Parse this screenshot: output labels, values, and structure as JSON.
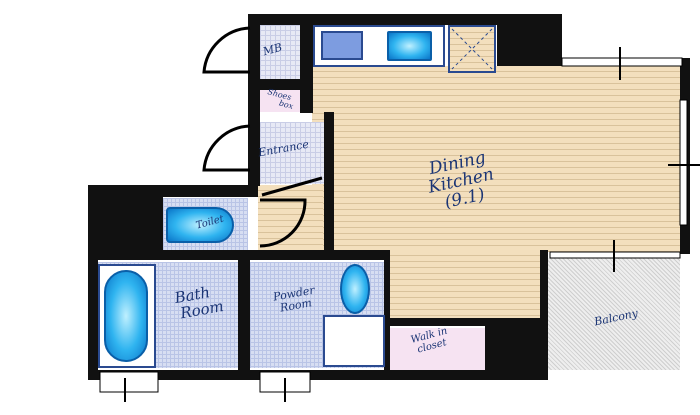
{
  "rooms": {
    "mb": "MB",
    "shoes_box": [
      "Shoes",
      "box"
    ],
    "entrance": "Entrance",
    "toilet": "Toilet",
    "bath_room": [
      "Bath",
      "Room"
    ],
    "powder_room": [
      "Powder",
      "Room"
    ],
    "dining_kitchen": [
      "Dining",
      "Kitchen",
      "(9.1)"
    ],
    "walk_in_closet": [
      "Walk  in",
      "closet"
    ],
    "balcony": "Balcony"
  },
  "colors": {
    "wall": "#111111",
    "label": "#1b3575",
    "fixture": "#2fb4f0"
  }
}
